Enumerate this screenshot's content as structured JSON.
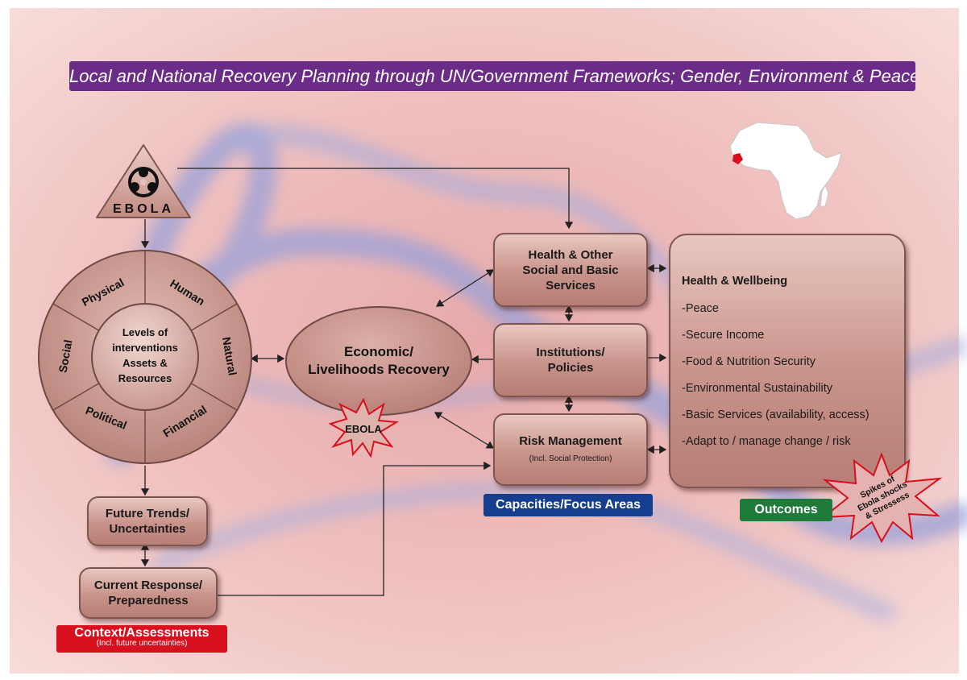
{
  "banner": {
    "text": "Local and National Recovery Planning through UN/Government Frameworks; Gender, Environment & Peace Building"
  },
  "hazard": {
    "label": "EBOLA"
  },
  "wheel": {
    "center_lines": [
      "Levels of",
      "interventions",
      "Assets &",
      "Resources"
    ],
    "segments": [
      "Physical",
      "Human",
      "Natural",
      "Financial",
      "Political",
      "Social"
    ]
  },
  "economic": {
    "lines": [
      "Economic/",
      "Livelihoods Recovery"
    ]
  },
  "ebola_burst": {
    "label": "EBOLA"
  },
  "capacities": {
    "health_lines": [
      "Health & Other",
      "Social and Basic",
      "Services"
    ],
    "institutions_lines": [
      "Institutions/",
      "Policies"
    ],
    "risk_title": "Risk Management",
    "risk_sub": "(Incl. Social Protection)",
    "label": "Capacities/Focus Areas"
  },
  "context": {
    "future_lines": [
      "Future Trends/",
      "Uncertainties"
    ],
    "current_lines": [
      "Current Response/",
      "Preparedness"
    ],
    "label": "Context/Assessments",
    "label_sub": "(Incl. future uncertainties)"
  },
  "outcomes": {
    "items": [
      "Health & Wellbeing",
      "-Peace",
      "-Secure Income",
      "-Food & Nutrition Security",
      "-Environmental Sustainability",
      "-Basic Services (availability, access)",
      "-Adapt to / manage change / risk"
    ],
    "label": "Outcomes"
  },
  "spikes": {
    "lines": [
      "Spikes of",
      "Ebola shocks",
      "& Stressess"
    ]
  },
  "colors": {
    "banner": "#6a2c86",
    "capacities_tag": "#163e8f",
    "outcomes_tag": "#1e7b3a",
    "context_tag": "#d8101e",
    "box_fill": "#c8938a",
    "map_highlight": "#d8101e"
  },
  "icons": {
    "hazard": "biohazard-icon",
    "map": "africa-map-icon"
  }
}
